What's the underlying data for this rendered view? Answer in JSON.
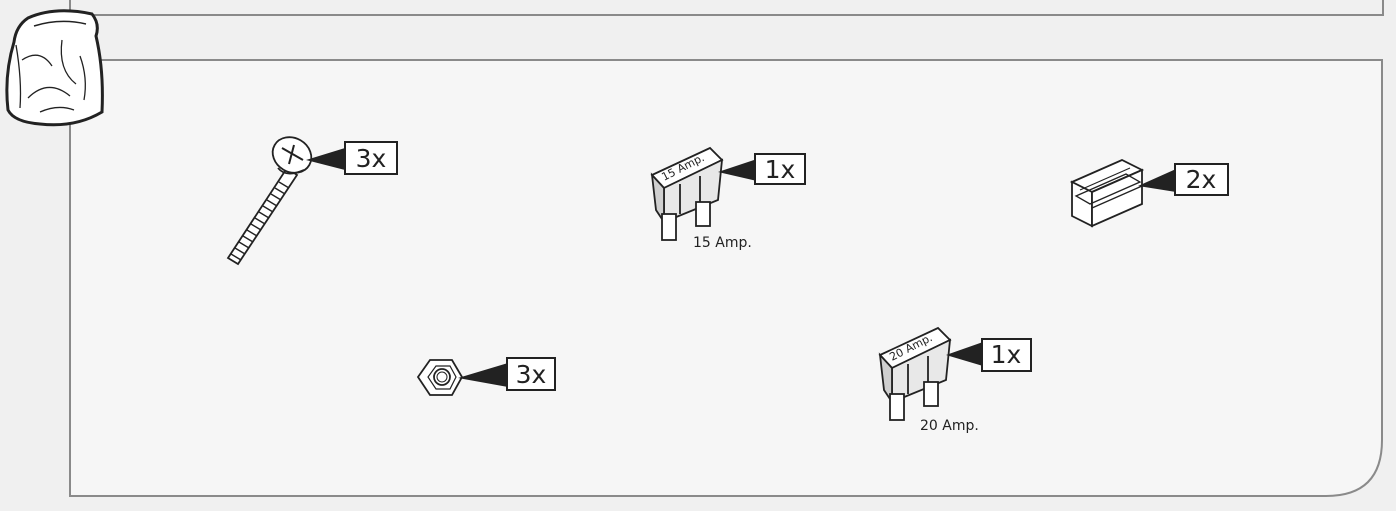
{
  "parts": [
    {
      "id": "screw",
      "name": "screw",
      "quantity": "3x"
    },
    {
      "id": "fuse-15",
      "name": "fuse",
      "quantity": "1x",
      "fuse_print": "15 Amp.",
      "caption": "15 Amp."
    },
    {
      "id": "clip",
      "name": "connector clip",
      "quantity": "2x"
    },
    {
      "id": "nut",
      "name": "hex nut",
      "quantity": "3x"
    },
    {
      "id": "fuse-20",
      "name": "fuse",
      "quantity": "1x",
      "fuse_print": "20 Amp.",
      "caption": "20 Amp."
    }
  ],
  "colors": {
    "page_background": "#f0f0f0",
    "panel_fill": "#f6f6f6",
    "frame_stroke": "#8a8a8a",
    "line_art": "#222222",
    "label_fill": "#ffffff"
  },
  "icons": {
    "bag": "plastic-bag-icon",
    "screw": "screw-icon",
    "fuse": "blade-fuse-icon",
    "clip": "connector-clip-icon",
    "nut": "hex-nut-icon"
  }
}
